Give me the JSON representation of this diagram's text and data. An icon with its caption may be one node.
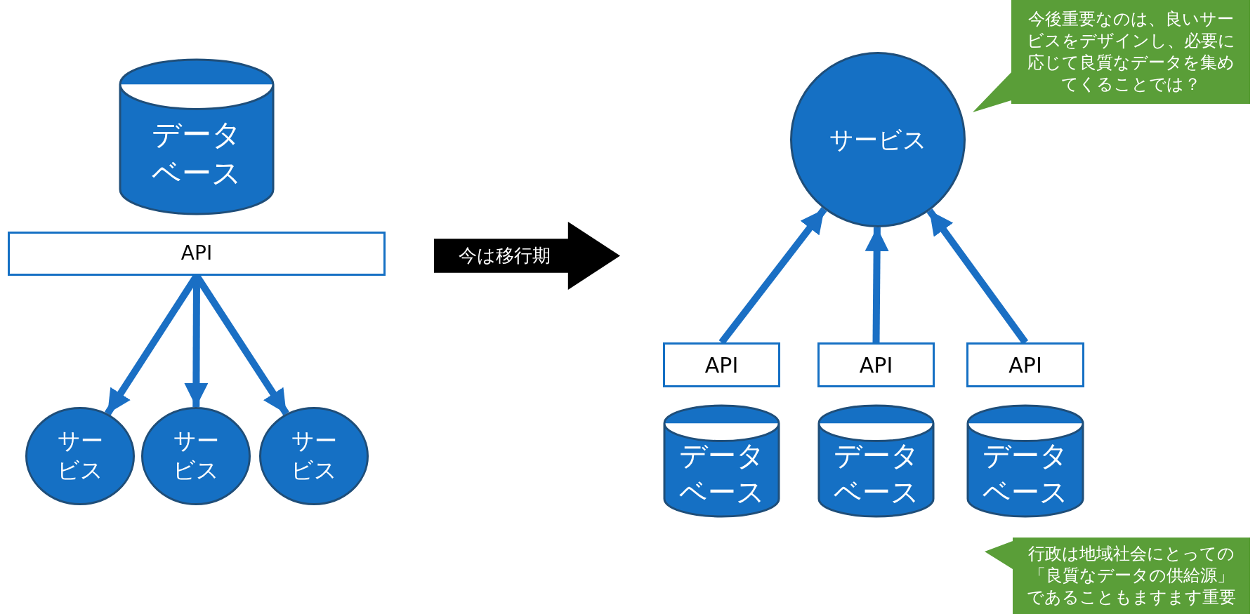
{
  "diagram": {
    "nodes": [
      {
        "text": [
          "データベース"
        ]
      },
      {
        "text": [
          "API"
        ]
      },
      {
        "text": [
          "サービス"
        ]
      },
      {
        "text": [
          "サービス"
        ]
      },
      {
        "text": [
          "サービス"
        ]
      },
      {
        "text": [
          "今は移行期"
        ]
      },
      {
        "text": [
          "サービス"
        ]
      },
      {
        "text": [
          "API"
        ]
      },
      {
        "text": [
          "API"
        ]
      },
      {
        "text": [
          "API"
        ]
      },
      {
        "text": [
          "データベース"
        ]
      },
      {
        "text": [
          "データベース"
        ]
      },
      {
        "text": [
          "データベース"
        ]
      },
      {
        "text": [
          "今後重要なのは、良いサービスをデザインし、必要に応じて良質なデータを集めてくることでは？"
        ]
      },
      {
        "text": [
          "行政は地域社会にとっての「良質なデータの供給源」であることもますます重要"
        ]
      }
    ],
    "edges": [
      {
        "from": 1,
        "to": 2,
        "arrow": "to"
      },
      {
        "from": 1,
        "to": 3,
        "arrow": "to"
      },
      {
        "from": 1,
        "to": 4,
        "arrow": "to"
      },
      {
        "from": 7,
        "to": 6,
        "arrow": "to"
      },
      {
        "from": 8,
        "to": 6,
        "arrow": "to"
      },
      {
        "from": 9,
        "to": 6,
        "arrow": "to"
      }
    ]
  }
}
